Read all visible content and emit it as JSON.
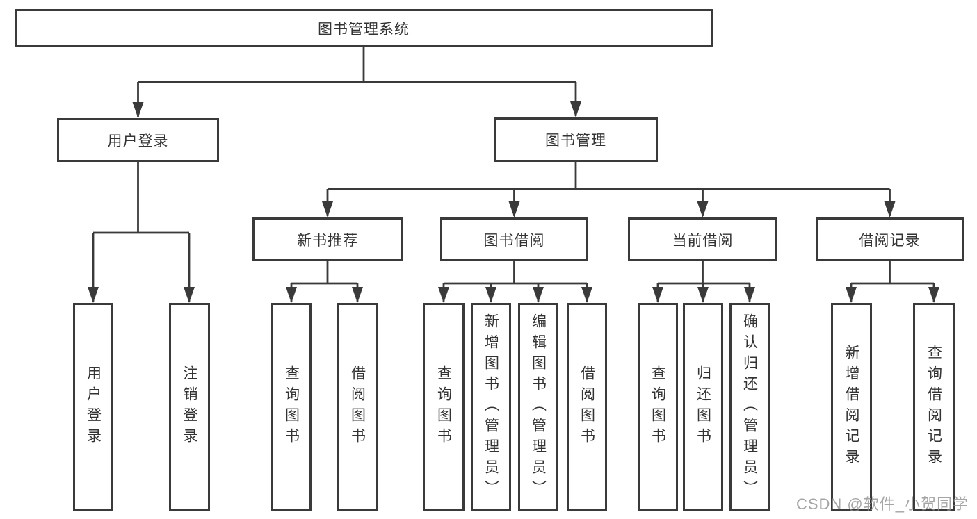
{
  "diagram": {
    "root": {
      "label": "图书管理系统"
    },
    "branches": [
      {
        "label": "用户登录",
        "children": [
          {
            "label": "用户登录"
          },
          {
            "label": "注销登录"
          }
        ]
      },
      {
        "label": "图书管理",
        "children": [
          {
            "label": "新书推荐",
            "children": [
              {
                "label": "查询图书"
              },
              {
                "label": "借阅图书"
              }
            ]
          },
          {
            "label": "图书借阅",
            "children": [
              {
                "label": "查询图书"
              },
              {
                "label": "新增图书（管理员）"
              },
              {
                "label": "编辑图书（管理员）"
              },
              {
                "label": "借阅图书"
              }
            ]
          },
          {
            "label": "当前借阅",
            "children": [
              {
                "label": "查询图书"
              },
              {
                "label": "归还图书"
              },
              {
                "label": "确认归还（管理员）"
              }
            ]
          },
          {
            "label": "借阅记录",
            "children": [
              {
                "label": "新增借阅记录"
              },
              {
                "label": "查询借阅记录"
              }
            ]
          }
        ]
      }
    ]
  },
  "watermark": {
    "text": "CSDN @软件_小贺同学"
  },
  "colors": {
    "line": "#3a3a3a",
    "box_border": "#3a3a3a",
    "text": "#333333",
    "watermark": "#8f8f8f",
    "background": "#ffffff"
  }
}
